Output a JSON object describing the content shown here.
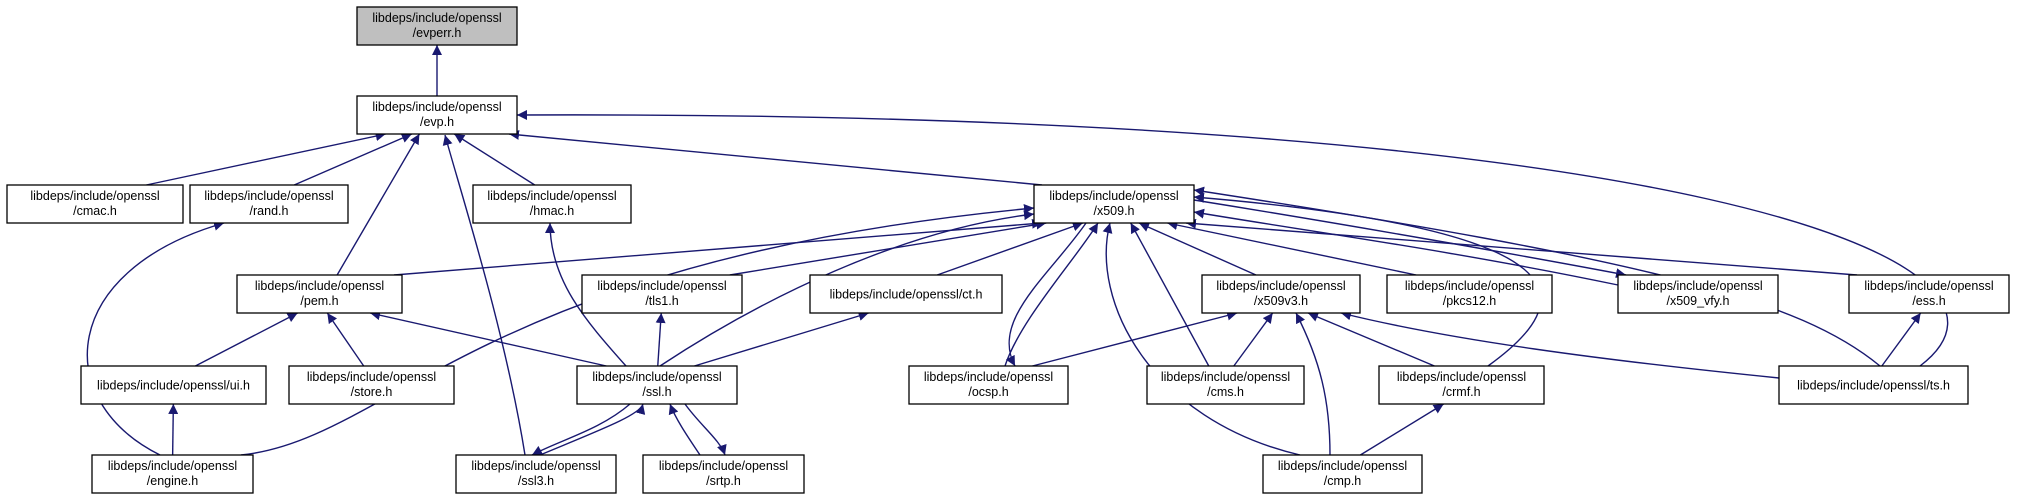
{
  "graph": {
    "edge_color": "#191970",
    "node_fill": "#ffffff",
    "highlight_fill": "#bfbfbf",
    "nodes": [
      {
        "id": "evperr",
        "lines": [
          "libdeps/include/openssl",
          "/evperr.h"
        ],
        "highlighted": true
      },
      {
        "id": "evp",
        "lines": [
          "libdeps/include/openssl",
          "/evp.h"
        ]
      },
      {
        "id": "cmac",
        "lines": [
          "libdeps/include/openssl",
          "/cmac.h"
        ]
      },
      {
        "id": "rand",
        "lines": [
          "libdeps/include/openssl",
          "/rand.h"
        ]
      },
      {
        "id": "hmac",
        "lines": [
          "libdeps/include/openssl",
          "/hmac.h"
        ]
      },
      {
        "id": "x509",
        "lines": [
          "libdeps/include/openssl",
          "/x509.h"
        ]
      },
      {
        "id": "pem",
        "lines": [
          "libdeps/include/openssl",
          "/pem.h"
        ]
      },
      {
        "id": "tls1",
        "lines": [
          "libdeps/include/openssl",
          "/tls1.h"
        ]
      },
      {
        "id": "ct",
        "lines": [
          "libdeps/include/openssl/ct.h"
        ]
      },
      {
        "id": "x509v3",
        "lines": [
          "libdeps/include/openssl",
          "/x509v3.h"
        ]
      },
      {
        "id": "pkcs12",
        "lines": [
          "libdeps/include/openssl",
          "/pkcs12.h"
        ]
      },
      {
        "id": "x509vfy",
        "lines": [
          "libdeps/include/openssl",
          "/x509_vfy.h"
        ]
      },
      {
        "id": "ess",
        "lines": [
          "libdeps/include/openssl",
          "/ess.h"
        ]
      },
      {
        "id": "ui",
        "lines": [
          "libdeps/include/openssl/ui.h"
        ]
      },
      {
        "id": "store",
        "lines": [
          "libdeps/include/openssl",
          "/store.h"
        ]
      },
      {
        "id": "ssl",
        "lines": [
          "libdeps/include/openssl",
          "/ssl.h"
        ]
      },
      {
        "id": "ocsp",
        "lines": [
          "libdeps/include/openssl",
          "/ocsp.h"
        ]
      },
      {
        "id": "cms",
        "lines": [
          "libdeps/include/openssl",
          "/cms.h"
        ]
      },
      {
        "id": "crmf",
        "lines": [
          "libdeps/include/openssl",
          "/crmf.h"
        ]
      },
      {
        "id": "ts",
        "lines": [
          "libdeps/include/openssl/ts.h"
        ]
      },
      {
        "id": "engine",
        "lines": [
          "libdeps/include/openssl",
          "/engine.h"
        ]
      },
      {
        "id": "ssl3",
        "lines": [
          "libdeps/include/openssl",
          "/ssl3.h"
        ]
      },
      {
        "id": "srtp",
        "lines": [
          "libdeps/include/openssl",
          "/srtp.h"
        ]
      },
      {
        "id": "cmp",
        "lines": [
          "libdeps/include/openssl",
          "/cmp.h"
        ]
      }
    ],
    "edges": [
      {
        "from": "evp",
        "to": "evperr"
      },
      {
        "from": "cmac",
        "to": "evp"
      },
      {
        "from": "rand",
        "to": "evp"
      },
      {
        "from": "pem",
        "to": "evp"
      },
      {
        "from": "ssl3",
        "to": "evp"
      },
      {
        "from": "hmac",
        "to": "evp"
      },
      {
        "from": "x509",
        "to": "evp"
      },
      {
        "from": "ts",
        "to": "evp"
      },
      {
        "from": "engine",
        "to": "rand"
      },
      {
        "from": "ssl",
        "to": "hmac"
      },
      {
        "from": "pem",
        "to": "x509"
      },
      {
        "from": "tls1",
        "to": "x509"
      },
      {
        "from": "ct",
        "to": "x509"
      },
      {
        "from": "ssl",
        "to": "x509"
      },
      {
        "from": "engine",
        "to": "x509"
      },
      {
        "from": "ocsp",
        "to": "x509"
      },
      {
        "from": "x509",
        "to": "ocsp"
      },
      {
        "from": "cmp",
        "to": "x509"
      },
      {
        "from": "cms",
        "to": "x509"
      },
      {
        "from": "x509v3",
        "to": "x509"
      },
      {
        "from": "pkcs12",
        "to": "x509"
      },
      {
        "from": "x509vfy",
        "to": "x509"
      },
      {
        "from": "x509",
        "to": "x509vfy"
      },
      {
        "from": "crmf",
        "to": "x509"
      },
      {
        "from": "ess",
        "to": "x509"
      },
      {
        "from": "ts",
        "to": "x509"
      },
      {
        "from": "ui",
        "to": "pem"
      },
      {
        "from": "store",
        "to": "pem"
      },
      {
        "from": "ssl",
        "to": "pem"
      },
      {
        "from": "ssl",
        "to": "tls1"
      },
      {
        "from": "ssl",
        "to": "ct"
      },
      {
        "from": "ocsp",
        "to": "x509v3"
      },
      {
        "from": "cms",
        "to": "x509v3"
      },
      {
        "from": "cmp",
        "to": "x509v3"
      },
      {
        "from": "crmf",
        "to": "x509v3"
      },
      {
        "from": "ts",
        "to": "x509v3"
      },
      {
        "from": "ts",
        "to": "ess"
      },
      {
        "from": "engine",
        "to": "ui"
      },
      {
        "from": "ssl3",
        "to": "ssl"
      },
      {
        "from": "ssl",
        "to": "ssl3"
      },
      {
        "from": "srtp",
        "to": "ssl"
      },
      {
        "from": "ssl",
        "to": "srtp"
      },
      {
        "from": "cmp",
        "to": "crmf"
      }
    ]
  }
}
